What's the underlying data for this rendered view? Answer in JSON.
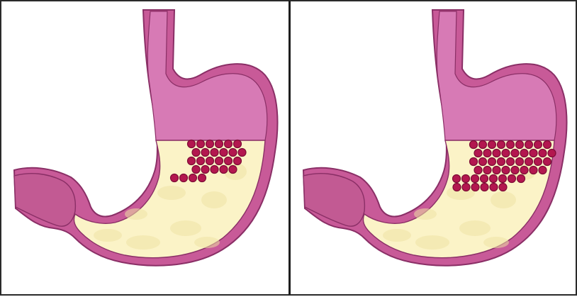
{
  "figure": {
    "panels": [
      {
        "id": "left",
        "particle_rows": 5,
        "description_visual": "small-cluster"
      },
      {
        "id": "right",
        "particle_rows": 6,
        "description_visual": "large-cluster"
      }
    ],
    "colors": {
      "wall": "#c85a98",
      "wall_dark": "#8a2f66",
      "lumen_upper": "#d77ab5",
      "food": "#fbf3c7",
      "food_shadow": "#eee1a4",
      "particle": "#b3174f",
      "particle_rim": "#7d0c36",
      "divider": "#1e1e1e"
    },
    "icons": [
      "stomach-illustration",
      "particle-dot"
    ]
  }
}
